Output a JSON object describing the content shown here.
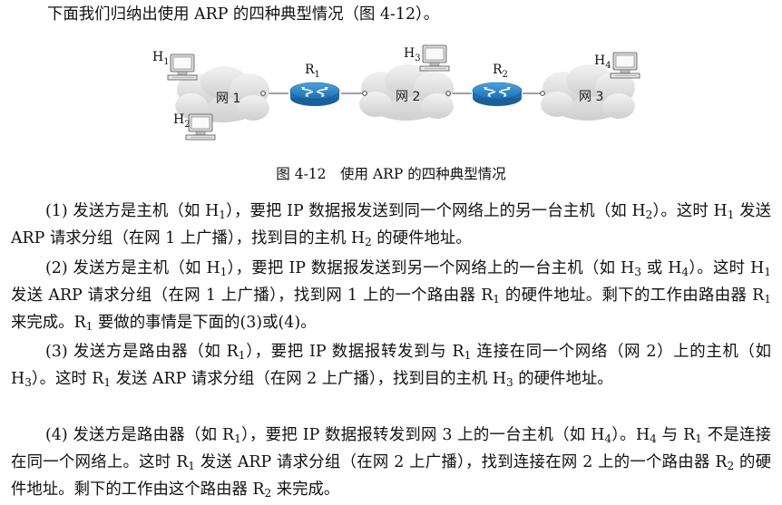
{
  "intro": "下面我们归纳出使用 ARP 的四种典型情况（图 4-12）。",
  "figure": {
    "caption": "图 4-12　使用 ARP 的四种典型情况",
    "hosts": [
      {
        "name": "H",
        "sub": "1"
      },
      {
        "name": "H",
        "sub": "2"
      },
      {
        "name": "H",
        "sub": "3"
      },
      {
        "name": "H",
        "sub": "4"
      }
    ],
    "routers": [
      {
        "name": "R",
        "sub": "1"
      },
      {
        "name": "R",
        "sub": "2"
      }
    ],
    "networks": [
      "网 1",
      "网 2",
      "网 3"
    ]
  },
  "paragraphs": [
    [
      {
        "t": "(1) 发送方是主机（如 H"
      },
      {
        "s": "1"
      },
      {
        "t": "），要把 IP 数据报发送到同一个网络上的另一台主机（如 H"
      },
      {
        "s": "2"
      },
      {
        "t": "）。这时 H"
      },
      {
        "s": "1"
      },
      {
        "t": " 发送 ARP 请求分组（在网 1 上广播），找到目的主机 H"
      },
      {
        "s": "2"
      },
      {
        "t": " 的硬件地址。"
      }
    ],
    [
      {
        "t": "(2) 发送方是主机（如 H"
      },
      {
        "s": "1"
      },
      {
        "t": "），要把 IP 数据报发送到另一个网络上的一台主机（如 H"
      },
      {
        "s": "3"
      },
      {
        "t": " 或 H"
      },
      {
        "s": "4"
      },
      {
        "t": "）。这时 H"
      },
      {
        "s": "1"
      },
      {
        "t": " 发送 ARP 请求分组（在网 1 上广播），找到网 1 上的一个路由器 R"
      },
      {
        "s": "1"
      },
      {
        "t": " 的硬件地址。剩下的工作由路由器 R"
      },
      {
        "s": "1"
      },
      {
        "t": " 来完成。R"
      },
      {
        "s": "1"
      },
      {
        "t": " 要做的事情是下面的(3)或(4)。"
      }
    ],
    [
      {
        "t": "(3) 发送方是路由器（如 R"
      },
      {
        "s": "1"
      },
      {
        "t": "），要把 IP 数据报转发到与 R"
      },
      {
        "s": "1"
      },
      {
        "t": " 连接在同一个网络（网 2）上的主机（如 H"
      },
      {
        "s": "3"
      },
      {
        "t": "）。这时 R"
      },
      {
        "s": "1"
      },
      {
        "t": " 发送 ARP 请求分组（在网 2 上广播），找到目的主机 H"
      },
      {
        "s": "3"
      },
      {
        "t": " 的硬件地址。"
      }
    ],
    [
      {
        "t": "(4) 发送方是路由器（如 R"
      },
      {
        "s": "1"
      },
      {
        "t": "），要把 IP 数据报转发到网 3 上的一台主机（如 H"
      },
      {
        "s": "4"
      },
      {
        "t": "）。H"
      },
      {
        "s": "4"
      },
      {
        "t": " 与 R"
      },
      {
        "s": "1"
      },
      {
        "t": " 不是连接在同一个网络上。这时 R"
      },
      {
        "s": "1"
      },
      {
        "t": " 发送 ARP 请求分组（在网 2 上广播），找到连接在网 2 上的一个路由器 R"
      },
      {
        "s": "2"
      },
      {
        "t": " 的硬件地址。剩下的工作由这个路由器 R"
      },
      {
        "s": "2"
      },
      {
        "t": " 来完成。"
      }
    ]
  ]
}
